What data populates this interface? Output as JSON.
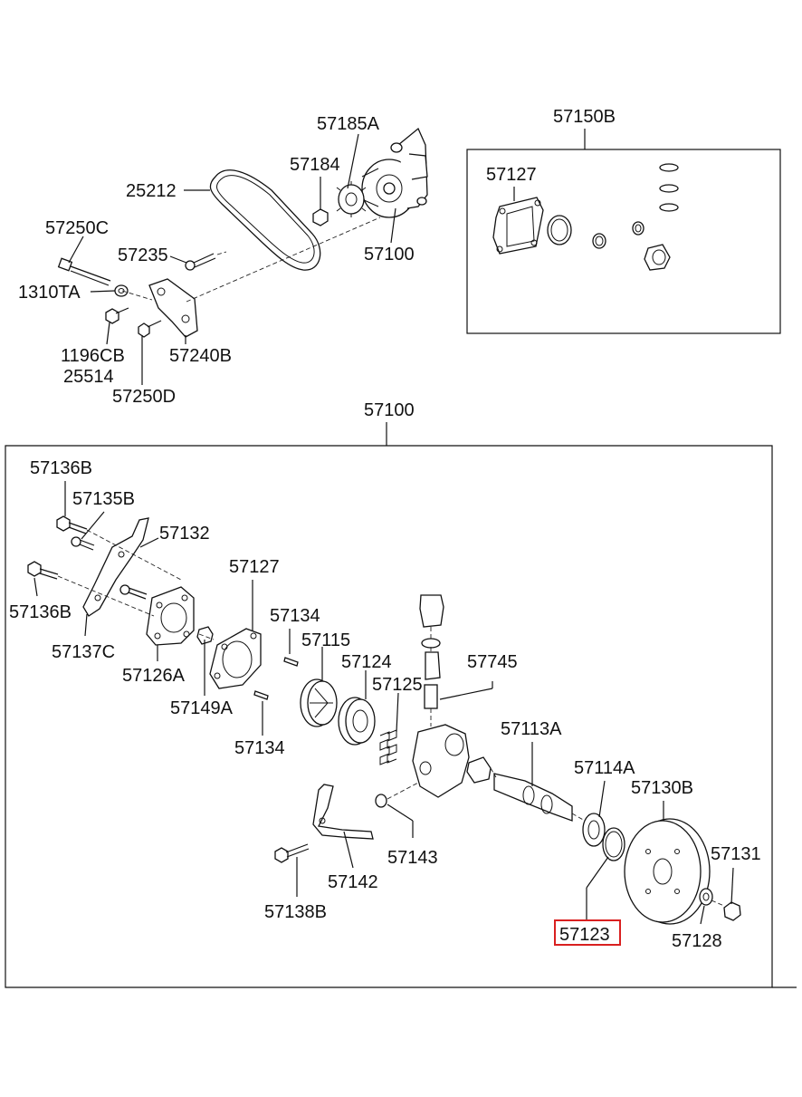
{
  "diagram": {
    "top_left_labels": [
      "57185A",
      "57184",
      "25212",
      "57250C",
      "57235",
      "57100",
      "1310TA",
      "1196CB",
      "25514",
      "57240B",
      "57250D"
    ],
    "kit_box": {
      "title": "57150B",
      "labels": [
        "57127"
      ]
    },
    "main_box": {
      "title": "57100",
      "labels": [
        "57136B",
        "57135B",
        "57132",
        "57127",
        "57136B",
        "57134",
        "57115",
        "57124",
        "57745",
        "57137C",
        "57126A",
        "57125",
        "57149A",
        "57134",
        "57113A",
        "57114A",
        "57130B",
        "57143",
        "57142",
        "57131",
        "57138B",
        "57128"
      ],
      "highlighted": "57123"
    }
  }
}
